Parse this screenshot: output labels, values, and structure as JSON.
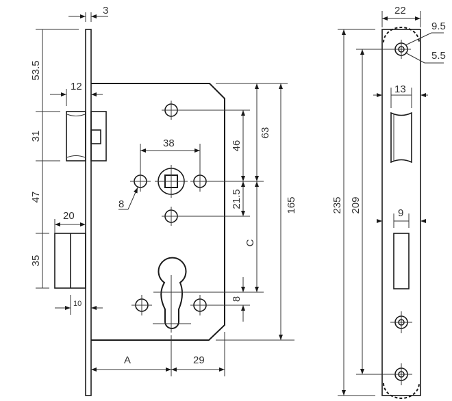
{
  "drawing": {
    "title": "Mortise lock technical drawing",
    "stroke_color": "#1a1a1a",
    "background": "#ffffff"
  },
  "side_view": {
    "dimensions": {
      "faceplate_thickness": "3",
      "top_to_latch": "53.5",
      "latch_projection": "12",
      "latch_height": "31",
      "latch_to_bolt": "47",
      "bolt_projection": "20",
      "bolt_height": "35",
      "bolt_throw": "10",
      "handle_hole_spacing": "38",
      "fixing_hole_diameter": "8",
      "spindle_to_top_hole": "46",
      "top_to_spindle": "63",
      "spindle_to_lower_hole": "21.5",
      "case_height": "165",
      "centre_distance": "C",
      "cylinder_offset": "8",
      "backset": "A",
      "cylinder_to_edge": "29"
    }
  },
  "front_view": {
    "dimensions": {
      "faceplate_width": "22",
      "screw_head_diameter": "9.5",
      "screw_hole_diameter": "5.5",
      "latch_width": "13",
      "faceplate_length": "235",
      "screw_spacing": "209",
      "bolt_width": "9"
    }
  }
}
